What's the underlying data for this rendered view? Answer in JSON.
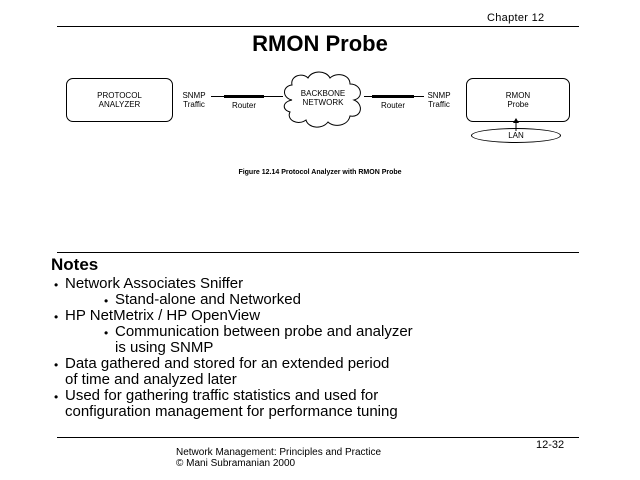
{
  "header": {
    "chapter": "Chapter 12",
    "title": "RMON Probe"
  },
  "diagram": {
    "protocol_analyzer_line1": "PROTOCOL",
    "protocol_analyzer_line2": "ANALYZER",
    "snmp_left_line1": "SNMP",
    "snmp_left_line2": "Traffic",
    "router_left": "Router",
    "backbone_line1": "BACKBONE",
    "backbone_line2": "NETWORK",
    "router_right": "Router",
    "snmp_right_line1": "SNMP",
    "snmp_right_line2": "Traffic",
    "rmon_line1": "RMON",
    "rmon_line2": "Probe",
    "lan": "LAN",
    "caption": "Figure 12.14  Protocol Analyzer with RMON Probe"
  },
  "notes": {
    "title": "Notes",
    "items": [
      "Network Associates Sniffer",
      "Stand-alone and Networked",
      "HP NetMetrix / HP OpenView",
      "Communication between probe and analyzer",
      "is using SNMP",
      "Data gathered and stored for an extended period",
      "of time and analyzed later",
      "Used for gathering traffic statistics and used for",
      "configuration management for performance tuning"
    ]
  },
  "footer": {
    "line1": "Network Management: Principles and Practice",
    "line2": "©  Mani Subramanian 2000",
    "page": "12-32"
  }
}
